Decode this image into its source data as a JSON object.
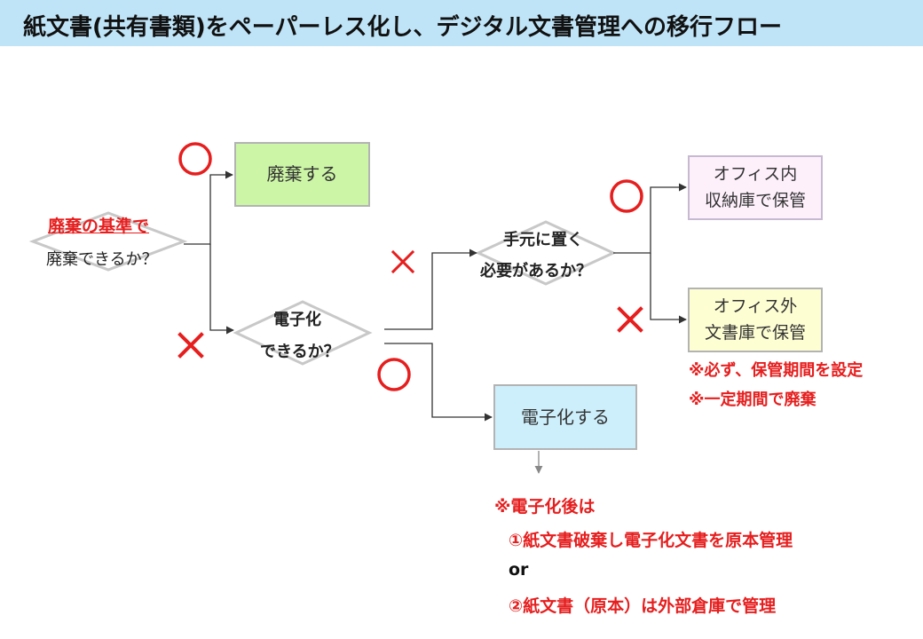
{
  "title": "紙文書(共有書類)をペーパーレス化し、デジタル文書管理への移行フロー",
  "decisions": {
    "d1_line1": "廃棄の基準で",
    "d1_line2": "廃棄できるか？",
    "d2_line1": "電子化",
    "d2_line2": "できるか？",
    "d3_line1": "手元に置く",
    "d3_line2": "必要があるか？"
  },
  "boxes": {
    "discard": "廃棄する",
    "digitize": "電子化する",
    "office_in_line1": "オフィス内",
    "office_in_line2": "収納庫で保管",
    "office_out_line1": "オフィス外",
    "office_out_line2": "文書庫で保管"
  },
  "notes": {
    "off_site_1": "※必ず、保管期間を設定",
    "off_site_2": "※一定期間で廃棄",
    "after_1": "※電子化後は",
    "after_2": "①紙文書破棄し電子化文書を原本管理",
    "after_or": "or",
    "after_3": "②紙文書（原本）は外部倉庫で管理"
  },
  "colors": {
    "accent_red": "#e61e1e",
    "title_bar": "#bfe4f7",
    "green_box": "#ccf5a6",
    "blue_box": "#cdeffb",
    "pink_box": "#fdf0fb",
    "yellow_box": "#fefed3"
  }
}
